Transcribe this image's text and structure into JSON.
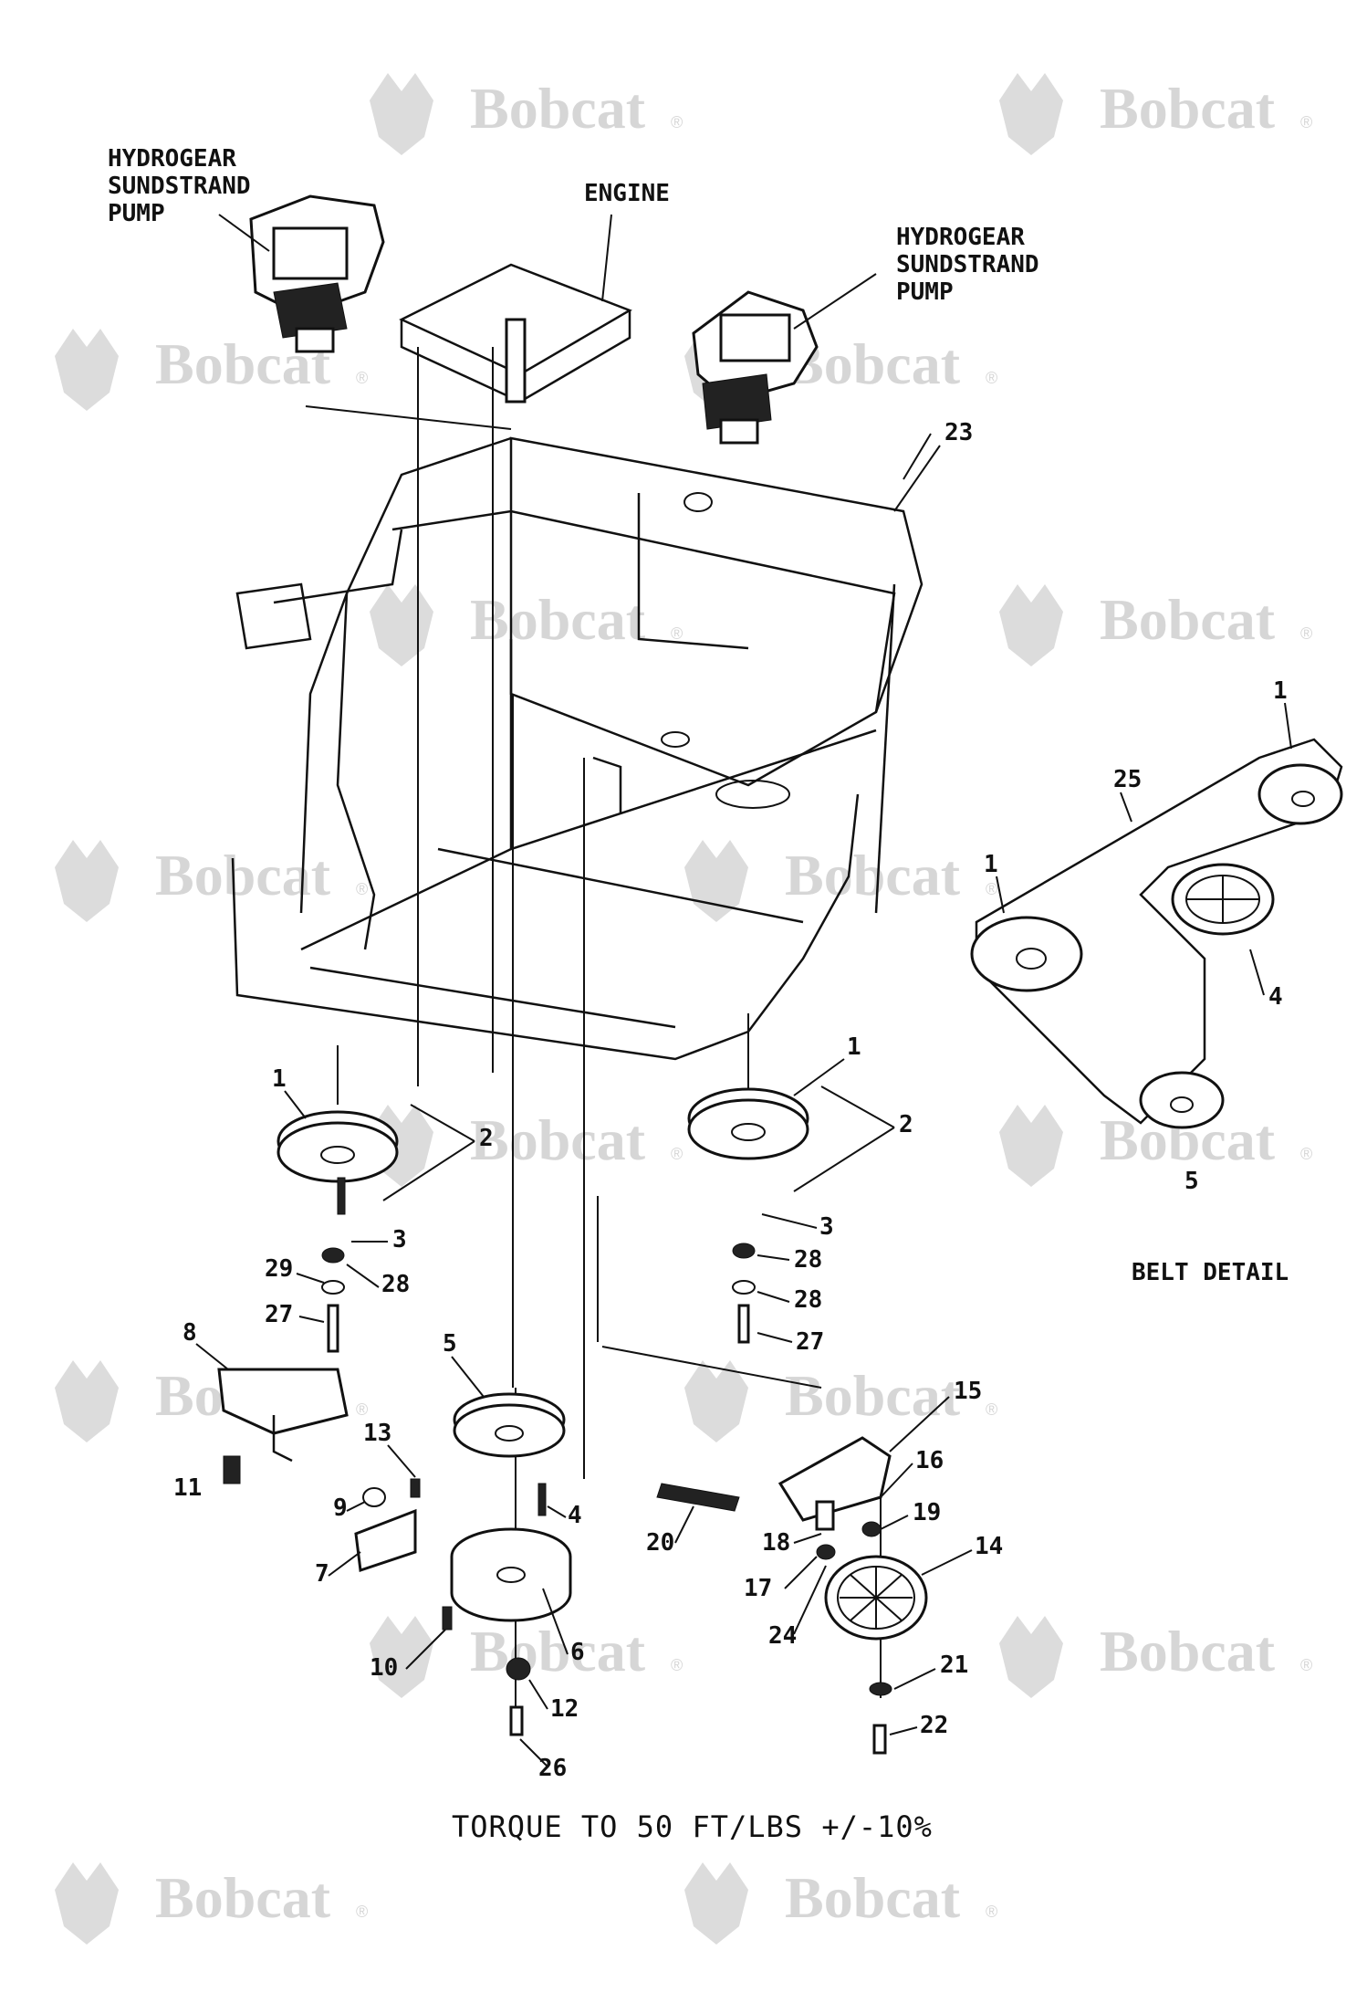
{
  "watermark": {
    "brand": "Bobcat",
    "reg": "®"
  },
  "labels": {
    "pump_left": [
      "HYDROGEAR",
      "SUNDSTRAND",
      "PUMP"
    ],
    "pump_right": [
      "HYDROGEAR",
      "SUNDSTRAND",
      "PUMP"
    ],
    "engine": "ENGINE",
    "belt_detail": "BELT DETAIL"
  },
  "callouts": {
    "c23": "23",
    "c25": "25",
    "c1a": "1",
    "c1b": "1",
    "c1c": "1",
    "c1d": "1",
    "c4a": "4",
    "c5a": "5",
    "c2a": "2",
    "c2b": "2",
    "c3a": "3",
    "c3b": "3",
    "c29": "29",
    "c28a": "28",
    "c27a": "27",
    "c28b": "28",
    "c28c": "28",
    "c27b": "27",
    "c8": "8",
    "c5b": "5",
    "c15": "15",
    "c16": "16",
    "c11": "11",
    "c13": "13",
    "c9": "9",
    "c7": "7",
    "c4b": "4",
    "c20": "20",
    "c18": "18",
    "c19": "19",
    "c17": "17",
    "c14": "14",
    "c24": "24",
    "c10": "10",
    "c6": "6",
    "c21": "21",
    "c12": "12",
    "c22": "22",
    "c26": "26"
  },
  "footer": "TORQUE TO 50 FT/LBS +/-10%"
}
